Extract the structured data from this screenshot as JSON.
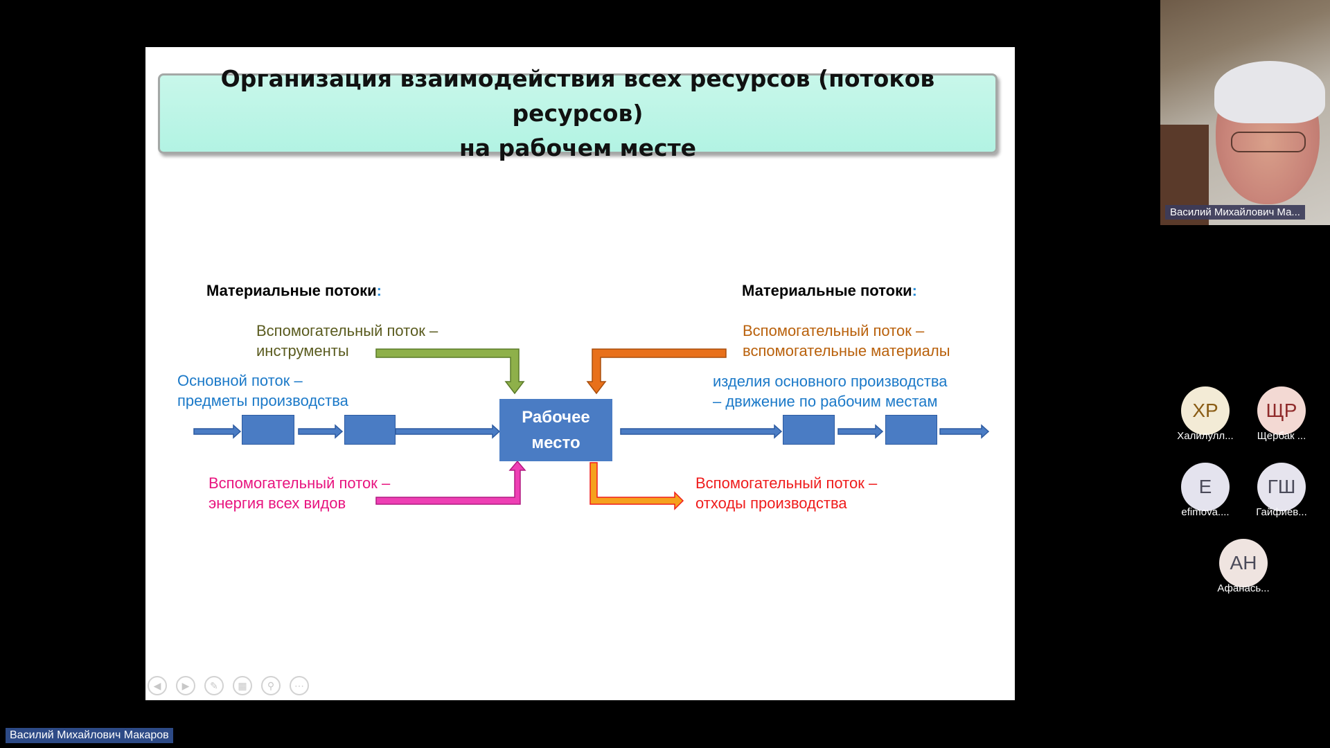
{
  "slide": {
    "title_line1": "Организация взаимодействия всех ресурсов (потоков ресурсов)",
    "title_line2": "на рабочем месте",
    "left_header": "Материальные потоки",
    "right_header": "Материальные потоки",
    "header_colon": ":",
    "tools_line1": "Вспомогательный поток –",
    "tools_line2": "инструменты",
    "main_line1": "Основной поток –",
    "main_line2": "предметы производства",
    "energy_line1": "Вспомогательный поток –",
    "energy_line2": "энергия всех видов",
    "aux_mat_line1": "Вспомогательный поток –",
    "aux_mat_line2": "вспомогательные материалы",
    "products_line1": "изделия основного производства",
    "products_line2": "– движение по рабочим местам",
    "waste_line1": "Вспомогательный поток –",
    "waste_line2": "отходы производства",
    "workplace_line1": "Рабочее",
    "workplace_line2": "место"
  },
  "colors": {
    "tools_arrow": "#8eb04a",
    "aux_material_arrow": "#e8701a",
    "energy_arrow": "#ee3fb4",
    "waste_arrow": "#f5a11e",
    "flow_arrow": "#4a7cc4"
  },
  "slide_controls": [
    "prev-icon",
    "next-icon",
    "pen-icon",
    "slides-icon",
    "zoom-icon",
    "more-icon"
  ],
  "speaker": {
    "name": "Василий Михайлович Ма..."
  },
  "participants": [
    {
      "initials": "ХР",
      "name": "Халилулл...",
      "bg": "#f3ebd6",
      "fg": "#8a5c15"
    },
    {
      "initials": "ЩР",
      "name": "Щербак ...",
      "bg": "#f3d9d3",
      "fg": "#8f2a2a"
    },
    {
      "initials": "Е",
      "name": "efimova....",
      "bg": "#e4e3ee",
      "fg": "#4b4b5a"
    },
    {
      "initials": "ГШ",
      "name": "Гайфиев...",
      "bg": "#e6e4ee",
      "fg": "#4b4b5a"
    },
    {
      "initials": "АН",
      "name": "Афанась...",
      "bg": "#efe4e0",
      "fg": "#4b4b5a"
    }
  ],
  "presenter_label": "Василий Михайлович Макаров"
}
